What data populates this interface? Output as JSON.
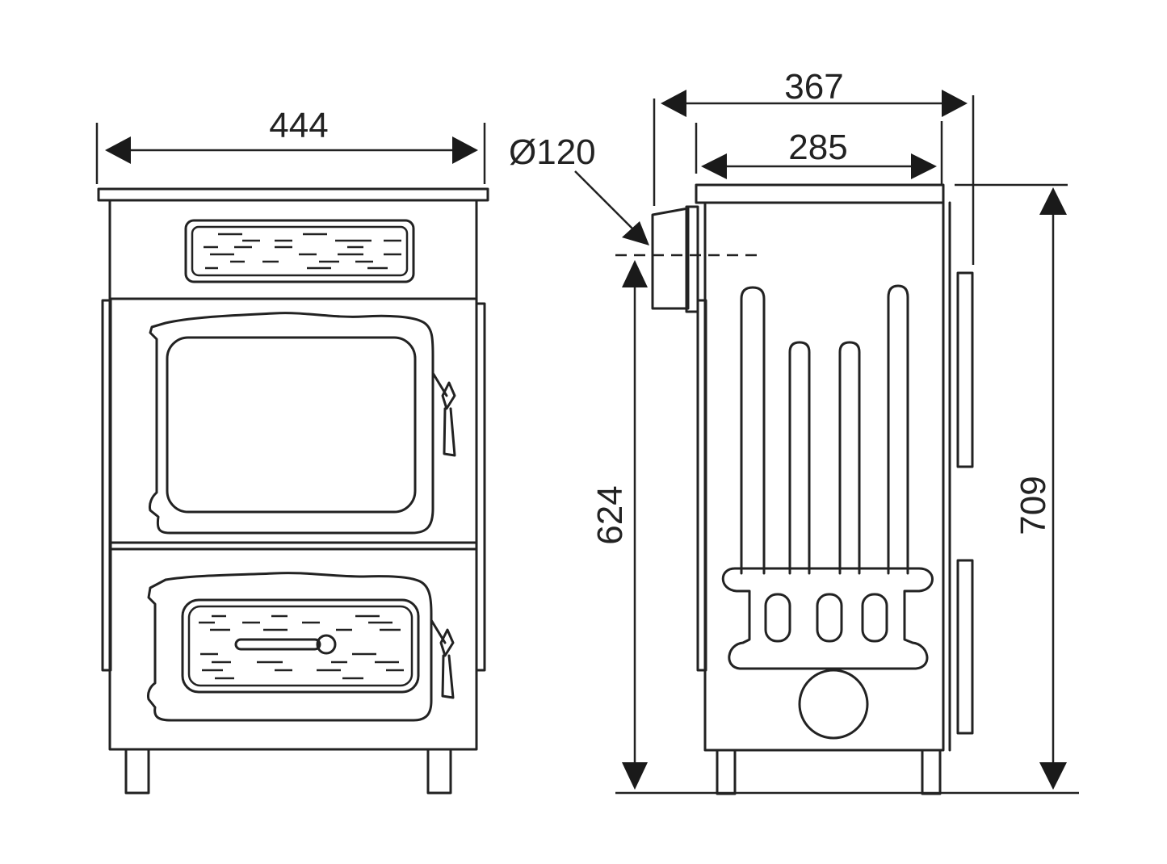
{
  "dimensions": {
    "front_width": "444",
    "flue_diameter": "Ø120",
    "side_total_depth": "367",
    "side_body_depth": "285",
    "total_height": "709",
    "flue_center_height": "624"
  },
  "colors": {
    "line": "#222222",
    "background": "#ffffff"
  }
}
